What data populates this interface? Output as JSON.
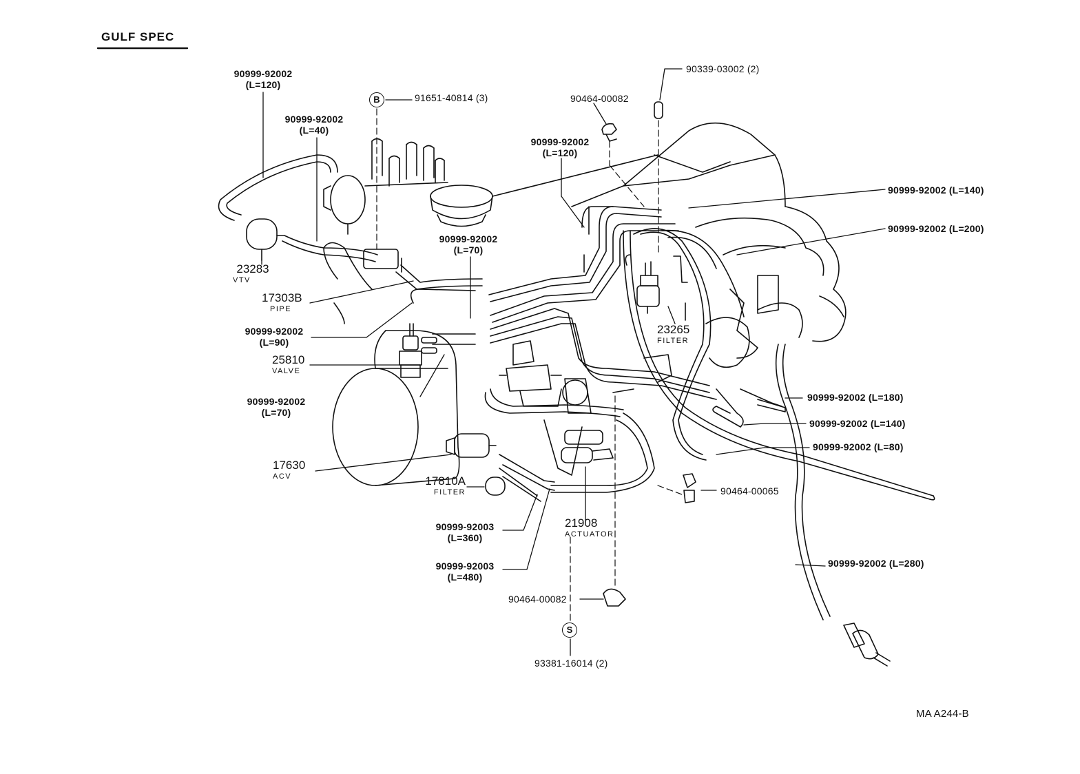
{
  "header": {
    "title": "GULF SPEC"
  },
  "footer": {
    "code": "MA A244-B"
  },
  "markers": {
    "b": "B",
    "s": "S"
  },
  "labels": {
    "hose_120_top": {
      "part": "90999-92002",
      "length": "(L=120)"
    },
    "hose_40": {
      "part": "90999-92002",
      "length": "(L=40)"
    },
    "bolt_b": "91651-40814 (3)",
    "clamp_top": "90464-00082",
    "plug_top": "90339-03002 (2)",
    "hose_120_mid": {
      "part": "90999-92002",
      "length": "(L=120)"
    },
    "hose_140_top": "90999-92002 (L=140)",
    "hose_200": "90999-92002 (L=200)",
    "hose_70_top": {
      "part": "90999-92002",
      "length": "(L=70)"
    },
    "vtv": {
      "part": "23283",
      "name": "VTV"
    },
    "pipe": {
      "part": "17303B",
      "name": "PIPE"
    },
    "hose_90": {
      "part": "90999-92002",
      "length": "(L=90)"
    },
    "valve": {
      "part": "25810",
      "name": "VALVE"
    },
    "filter_right": {
      "part": "23265",
      "name": "FILTER"
    },
    "hose_70_low": {
      "part": "90999-92002",
      "length": "(L=70)"
    },
    "hose_180": "90999-92002 (L=180)",
    "hose_140_low": "90999-92002 (L=140)",
    "hose_80": "90999-92002 (L=80)",
    "acv": {
      "part": "17630",
      "name": "ACV"
    },
    "filter_left": {
      "part": "17810A",
      "name": "FILTER"
    },
    "clamp_right": "90464-00065",
    "actuator": {
      "part": "21908",
      "name": "ACTUATOR"
    },
    "hose_360": {
      "part": "90999-92003",
      "length": "(L=360)"
    },
    "hose_480": {
      "part": "90999-92003",
      "length": "(L=480)"
    },
    "hose_280": "90999-92002 (L=280)",
    "clamp_bottom": "90464-00082",
    "bolt_s": "93381-16014 (2)"
  }
}
